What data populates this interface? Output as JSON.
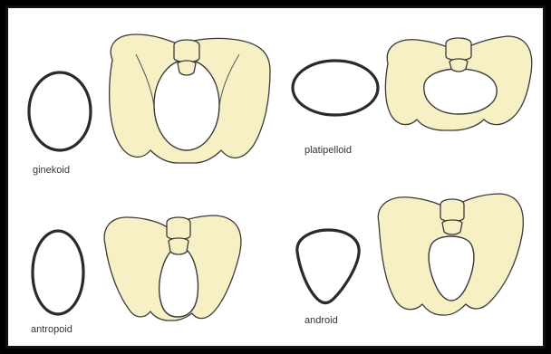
{
  "labels": {
    "gynecoid": "ginekoid",
    "platypelloid": "platipelloid",
    "anthropoid": "antropoid",
    "android": "android"
  },
  "colors": {
    "bone_fill": "#f6f0c4",
    "bone_stroke": "#3a3a3a",
    "outline_stroke": "#2a2a2a",
    "background": "#ffffff",
    "frame": "#111111"
  }
}
